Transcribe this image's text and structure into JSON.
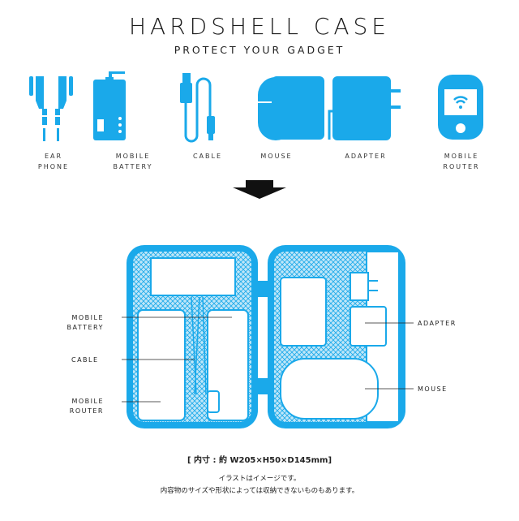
{
  "header": {
    "title": "HARDSHELL CASE",
    "subtitle": "PROTECT YOUR GADGET"
  },
  "gadgets": [
    {
      "icon": "earphone-icon",
      "line1": "EAR",
      "line2": "PHONE"
    },
    {
      "icon": "mobile-battery-icon",
      "line1": "MOBILE",
      "line2": "BATTERY"
    },
    {
      "icon": "cable-icon",
      "line1": "CABLE",
      "line2": ""
    },
    {
      "icon": "mouse-icon",
      "line1": "MOUSE",
      "line2": ""
    },
    {
      "icon": "adapter-icon",
      "line1": "ADAPTER",
      "line2": ""
    },
    {
      "icon": "mobile-router-icon",
      "line1": "MOBILE",
      "line2": "ROUTER"
    }
  ],
  "callouts": {
    "battery": {
      "line1": "MOBILE",
      "line2": "BATTERY"
    },
    "cable": "CABLE",
    "router": {
      "line1": "MOBILE",
      "line2": "ROUTER"
    },
    "adapter": "ADAPTER",
    "mouse": "MOUSE"
  },
  "notes": {
    "dimensions": "[ 内寸 : 約 W205×H50×D145mm]",
    "illustration": "イラストはイメージです。",
    "disclaimer": "内容物のサイズや形状によっては収納できないものもあります。"
  },
  "colors": {
    "accent": "#1aa9ea"
  }
}
